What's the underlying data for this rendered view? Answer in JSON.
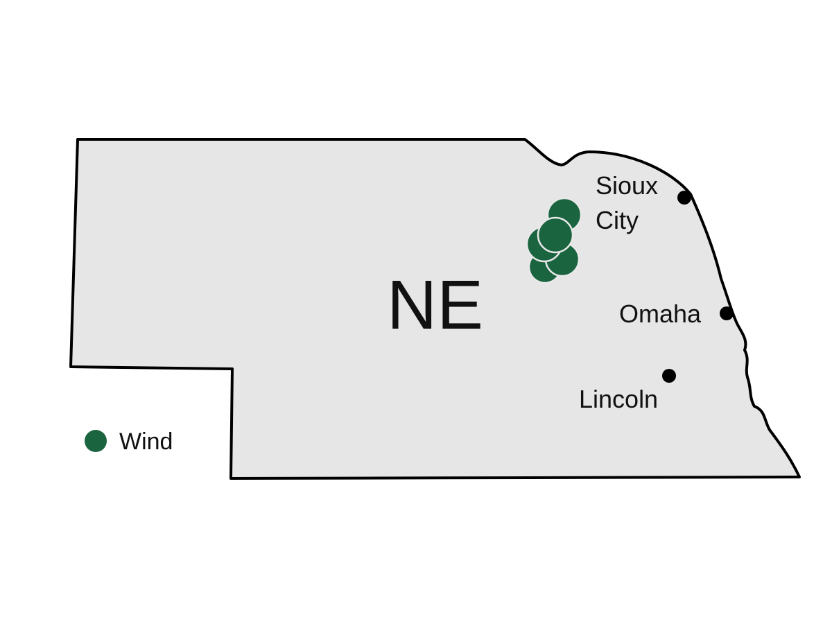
{
  "map": {
    "state_label": "NE",
    "colors": {
      "state_fill": "#e6e6e7",
      "outline": "#000000",
      "wind": "#1b6440",
      "city_dot": "#000000"
    },
    "cities": [
      {
        "name": "Sioux City",
        "lines": [
          "Sioux",
          "City"
        ]
      },
      {
        "name": "Omaha",
        "lines": [
          "Omaha"
        ]
      },
      {
        "name": "Lincoln",
        "lines": [
          "Lincoln"
        ]
      }
    ],
    "wind_sites": 5,
    "legend": [
      {
        "label": "Wind",
        "color": "#1b6440",
        "icon": "filled-circle"
      }
    ]
  }
}
